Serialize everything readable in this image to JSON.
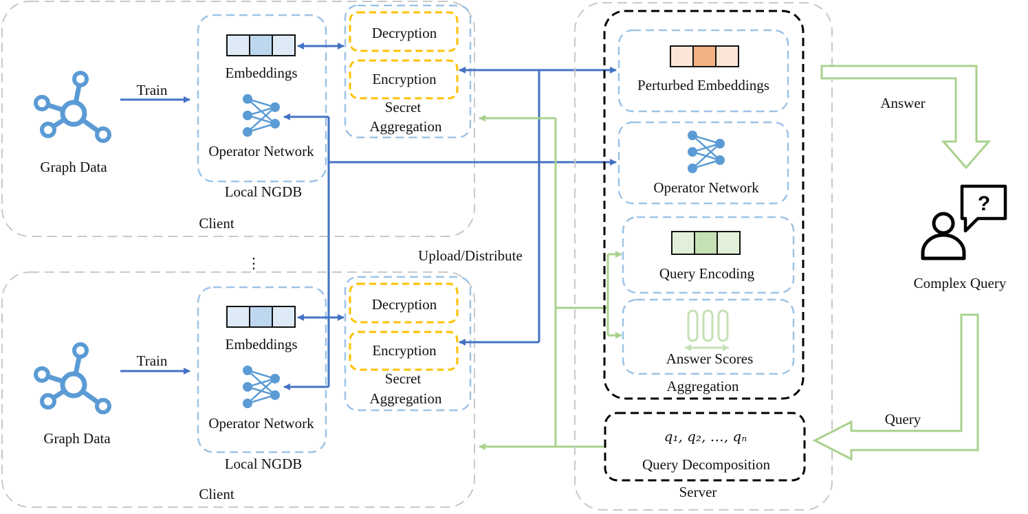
{
  "clients": [
    {
      "graph_label": "Graph Data",
      "train_label": "Train",
      "embeddings_label": "Embeddings",
      "operator_label": "Operator Network",
      "local_label": "Local NGDB",
      "decryption_label": "Decryption",
      "encryption_label": "Encryption",
      "secret_line1": "Secret",
      "secret_line2": "Aggregation",
      "client_label": "Client"
    },
    {
      "graph_label": "Graph Data",
      "train_label": "Train",
      "embeddings_label": "Embeddings",
      "operator_label": "Operator Network",
      "local_label": "Local NGDB",
      "decryption_label": "Decryption",
      "encryption_label": "Encryption",
      "secret_line1": "Secret",
      "secret_line2": "Aggregation",
      "client_label": "Client"
    }
  ],
  "ellipsis": "⋮",
  "upload_label": "Upload/Distribute",
  "server": {
    "perturbed_label": "Perturbed Embeddings",
    "operator_label": "Operator Network",
    "query_encoding_label": "Query Encoding",
    "answer_scores_label": "Answer Scores",
    "aggregation_label": "Aggregation",
    "decomposition_math": "q₁, q₂, …, qₙ",
    "decomposition_label": "Query Decomposition",
    "server_label": "Server"
  },
  "user": {
    "answer_label": "Answer",
    "complex_query_label": "Complex Query",
    "query_label": "Query"
  },
  "colors": {
    "blue_arrow": "#4472c4",
    "icon_blue": "#5b9bd5",
    "box_blue": "#9dc3e6",
    "yellow": "#ffc000",
    "green": "#a9d18e",
    "gray": "#c8c8c8",
    "black": "#000000",
    "emb_blue_light": "#deebf7",
    "emb_blue_mid": "#bdd7ee",
    "emb_orange_light": "#fbe5d6",
    "emb_orange_mid": "#f4b183",
    "emb_green_light": "#e2f0d9",
    "emb_green_mid": "#c5e0b4"
  }
}
